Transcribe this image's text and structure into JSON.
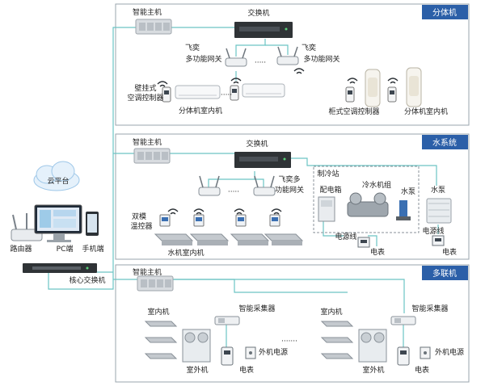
{
  "sections": {
    "split": {
      "title": "分体机",
      "host": "智能主机",
      "switch": "交换机",
      "gateway_left_line1": "飞奕",
      "gateway_left_line2": "多功能网关",
      "gateway_right_line1": "飞奕",
      "gateway_right_line2": "多功能网关",
      "dashes": "·····",
      "wall_controller_line1": "壁挂式",
      "wall_controller_line2": "空调控制器",
      "indoor_units": "分体机室内机",
      "cabinet_controller": "柜式空调控制器",
      "indoor_units_right": "分体机室内机"
    },
    "water": {
      "title": "水系统",
      "host": "智能主机",
      "switch": "交换机",
      "gateway_line1": "飞奕多",
      "gateway_line2": "功能网关",
      "thermostat_line1": "双模",
      "thermostat_line2": "温控器",
      "fan_coil": "水机室内机",
      "chiller_station": "制冷站",
      "cabinet": "配电箱",
      "chiller": "冷水机组",
      "pump_inside": "水泵",
      "pump_outside": "水泵",
      "power_line_left": "电源线",
      "power_line_right": "电源线",
      "meter_left": "电表",
      "meter_right": "电表"
    },
    "vrf": {
      "title": "多联机",
      "host": "智能主机",
      "indoor_left": "室内机",
      "indoor_right": "室内机",
      "collector_left": "智能采集器",
      "collector_right": "智能采集器",
      "outdoor_left": "室外机",
      "outdoor_right": "室外机",
      "outdoor_power_left": "外机电源",
      "outdoor_power_right": "外机电源",
      "meter_left": "电表",
      "meter_right": "电表",
      "dots": "·······"
    }
  },
  "left_panel": {
    "cloud": "云平台",
    "router": "路由器",
    "pc": "PC端",
    "phone": "手机端",
    "core_switch": "核心交换机"
  },
  "colors": {
    "header_bg": "#2b5fa8",
    "panel_border": "#9aa4ad",
    "link_line": "#6cc4c4",
    "device_gray": "#c9ced3",
    "switch_dark": "#2f3336"
  }
}
